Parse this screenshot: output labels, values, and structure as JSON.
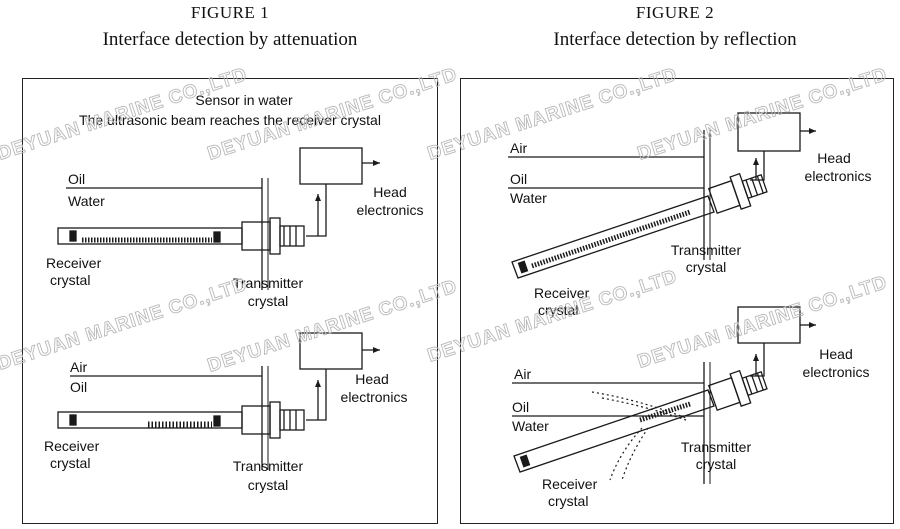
{
  "figure1": {
    "number": "FIGURE 1",
    "subtitle": "Interface detection by attenuation",
    "caption_line1": "Sensor in water",
    "caption_line2": "The ultrasonic beam reaches the receiver crystal",
    "top": {
      "layer_a": "Oil",
      "layer_b": "Water",
      "head_line1": "Head",
      "head_line2": "electronics",
      "receiver_line1": "Receiver",
      "receiver_line2": "crystal",
      "transmitter_line1": "Transmitter",
      "transmitter_line2": "crystal"
    },
    "bottom": {
      "layer_a": "Air",
      "layer_b": "Oil",
      "head_line1": "Head",
      "head_line2": "electronics",
      "receiver_line1": "Receiver",
      "receiver_line2": "crystal",
      "transmitter_line1": "Transmitter",
      "transmitter_line2": "crystal"
    }
  },
  "figure2": {
    "number": "FIGURE 2",
    "subtitle": "Interface detection by reflection",
    "top": {
      "layer_a": "Air",
      "layer_b": "Oil",
      "layer_c": "Water",
      "head_line1": "Head",
      "head_line2": "electronics",
      "receiver_line1": "Receiver",
      "receiver_line2": "crystal",
      "transmitter_line1": "Transmitter",
      "transmitter_line2": "crystal"
    },
    "bottom": {
      "layer_a": "Air",
      "layer_b": "Oil",
      "layer_c": "Water",
      "head_line1": "Head",
      "head_line2": "electronics",
      "receiver_line1": "Receiver",
      "receiver_line2": "crystal",
      "transmitter_line1": "Transmitter",
      "transmitter_line2": "crystal"
    }
  },
  "watermark": "DEYUAN MARINE CO.,LTD",
  "colors": {
    "line": "#1a1a1a",
    "watermark": "#b9b9b9",
    "background": "#ffffff"
  }
}
